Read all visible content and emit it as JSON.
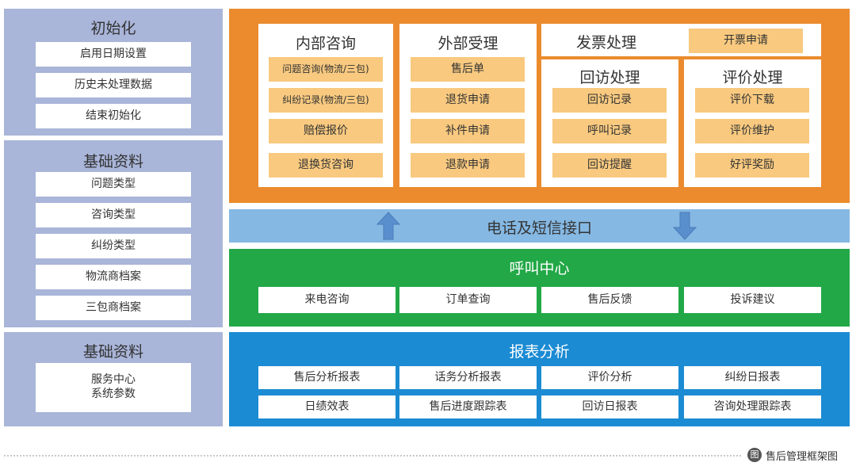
{
  "left_panels": {
    "init": {
      "title": "初始化",
      "items": [
        "启用日期设置",
        "历史未处理数据",
        "结束初始化"
      ]
    },
    "basic1": {
      "title": "基础资料",
      "items": [
        "问题类型",
        "咨询类型",
        "纠纷类型",
        "物流商档案",
        "三包商档案"
      ]
    },
    "basic2": {
      "title": "基础资料",
      "item_line1": "服务中心",
      "item_line2": "系统参数"
    }
  },
  "internal": {
    "title": "内部咨询",
    "items": [
      "问题咨询(物流/三包)",
      "纠纷记录(物流/三包)",
      "赔偿报价",
      "退换货咨询"
    ]
  },
  "external": {
    "title": "外部受理",
    "items": [
      "售后单",
      "退货申请",
      "补件申请",
      "退款申请"
    ]
  },
  "invoice": {
    "title": "发票处理",
    "button": "开票申请"
  },
  "revisit": {
    "title": "回访处理",
    "items": [
      "回访记录",
      "呼叫记录",
      "回访提醒"
    ]
  },
  "evaluation": {
    "title": "评价处理",
    "items": [
      "评价下载",
      "评价维护",
      "好评奖励"
    ]
  },
  "phone_band": {
    "label": "电话及短信接口",
    "colors": {
      "band": "#85b8e3",
      "arrow": "#5a8fce"
    }
  },
  "call_center": {
    "title": "呼叫中心",
    "items": [
      "来电咨询",
      "订单查询",
      "售后反馈",
      "投诉建议"
    ]
  },
  "report": {
    "title": "报表分析",
    "row1": [
      "售后分析报表",
      "话务分析报表",
      "评价分析",
      "纠纷日报表"
    ],
    "row2": [
      "日绩效表",
      "售后进度跟踪表",
      "回访日报表",
      "咨询处理跟踪表"
    ]
  },
  "caption": {
    "icon_text": "图",
    "text": "售后管理框架图"
  },
  "colors": {
    "left_panel": "#a9b5d9",
    "orange": "#eb8b2e",
    "orange_button": "#f8c97f",
    "green": "#22a847",
    "blue": "#1b8bd3"
  }
}
